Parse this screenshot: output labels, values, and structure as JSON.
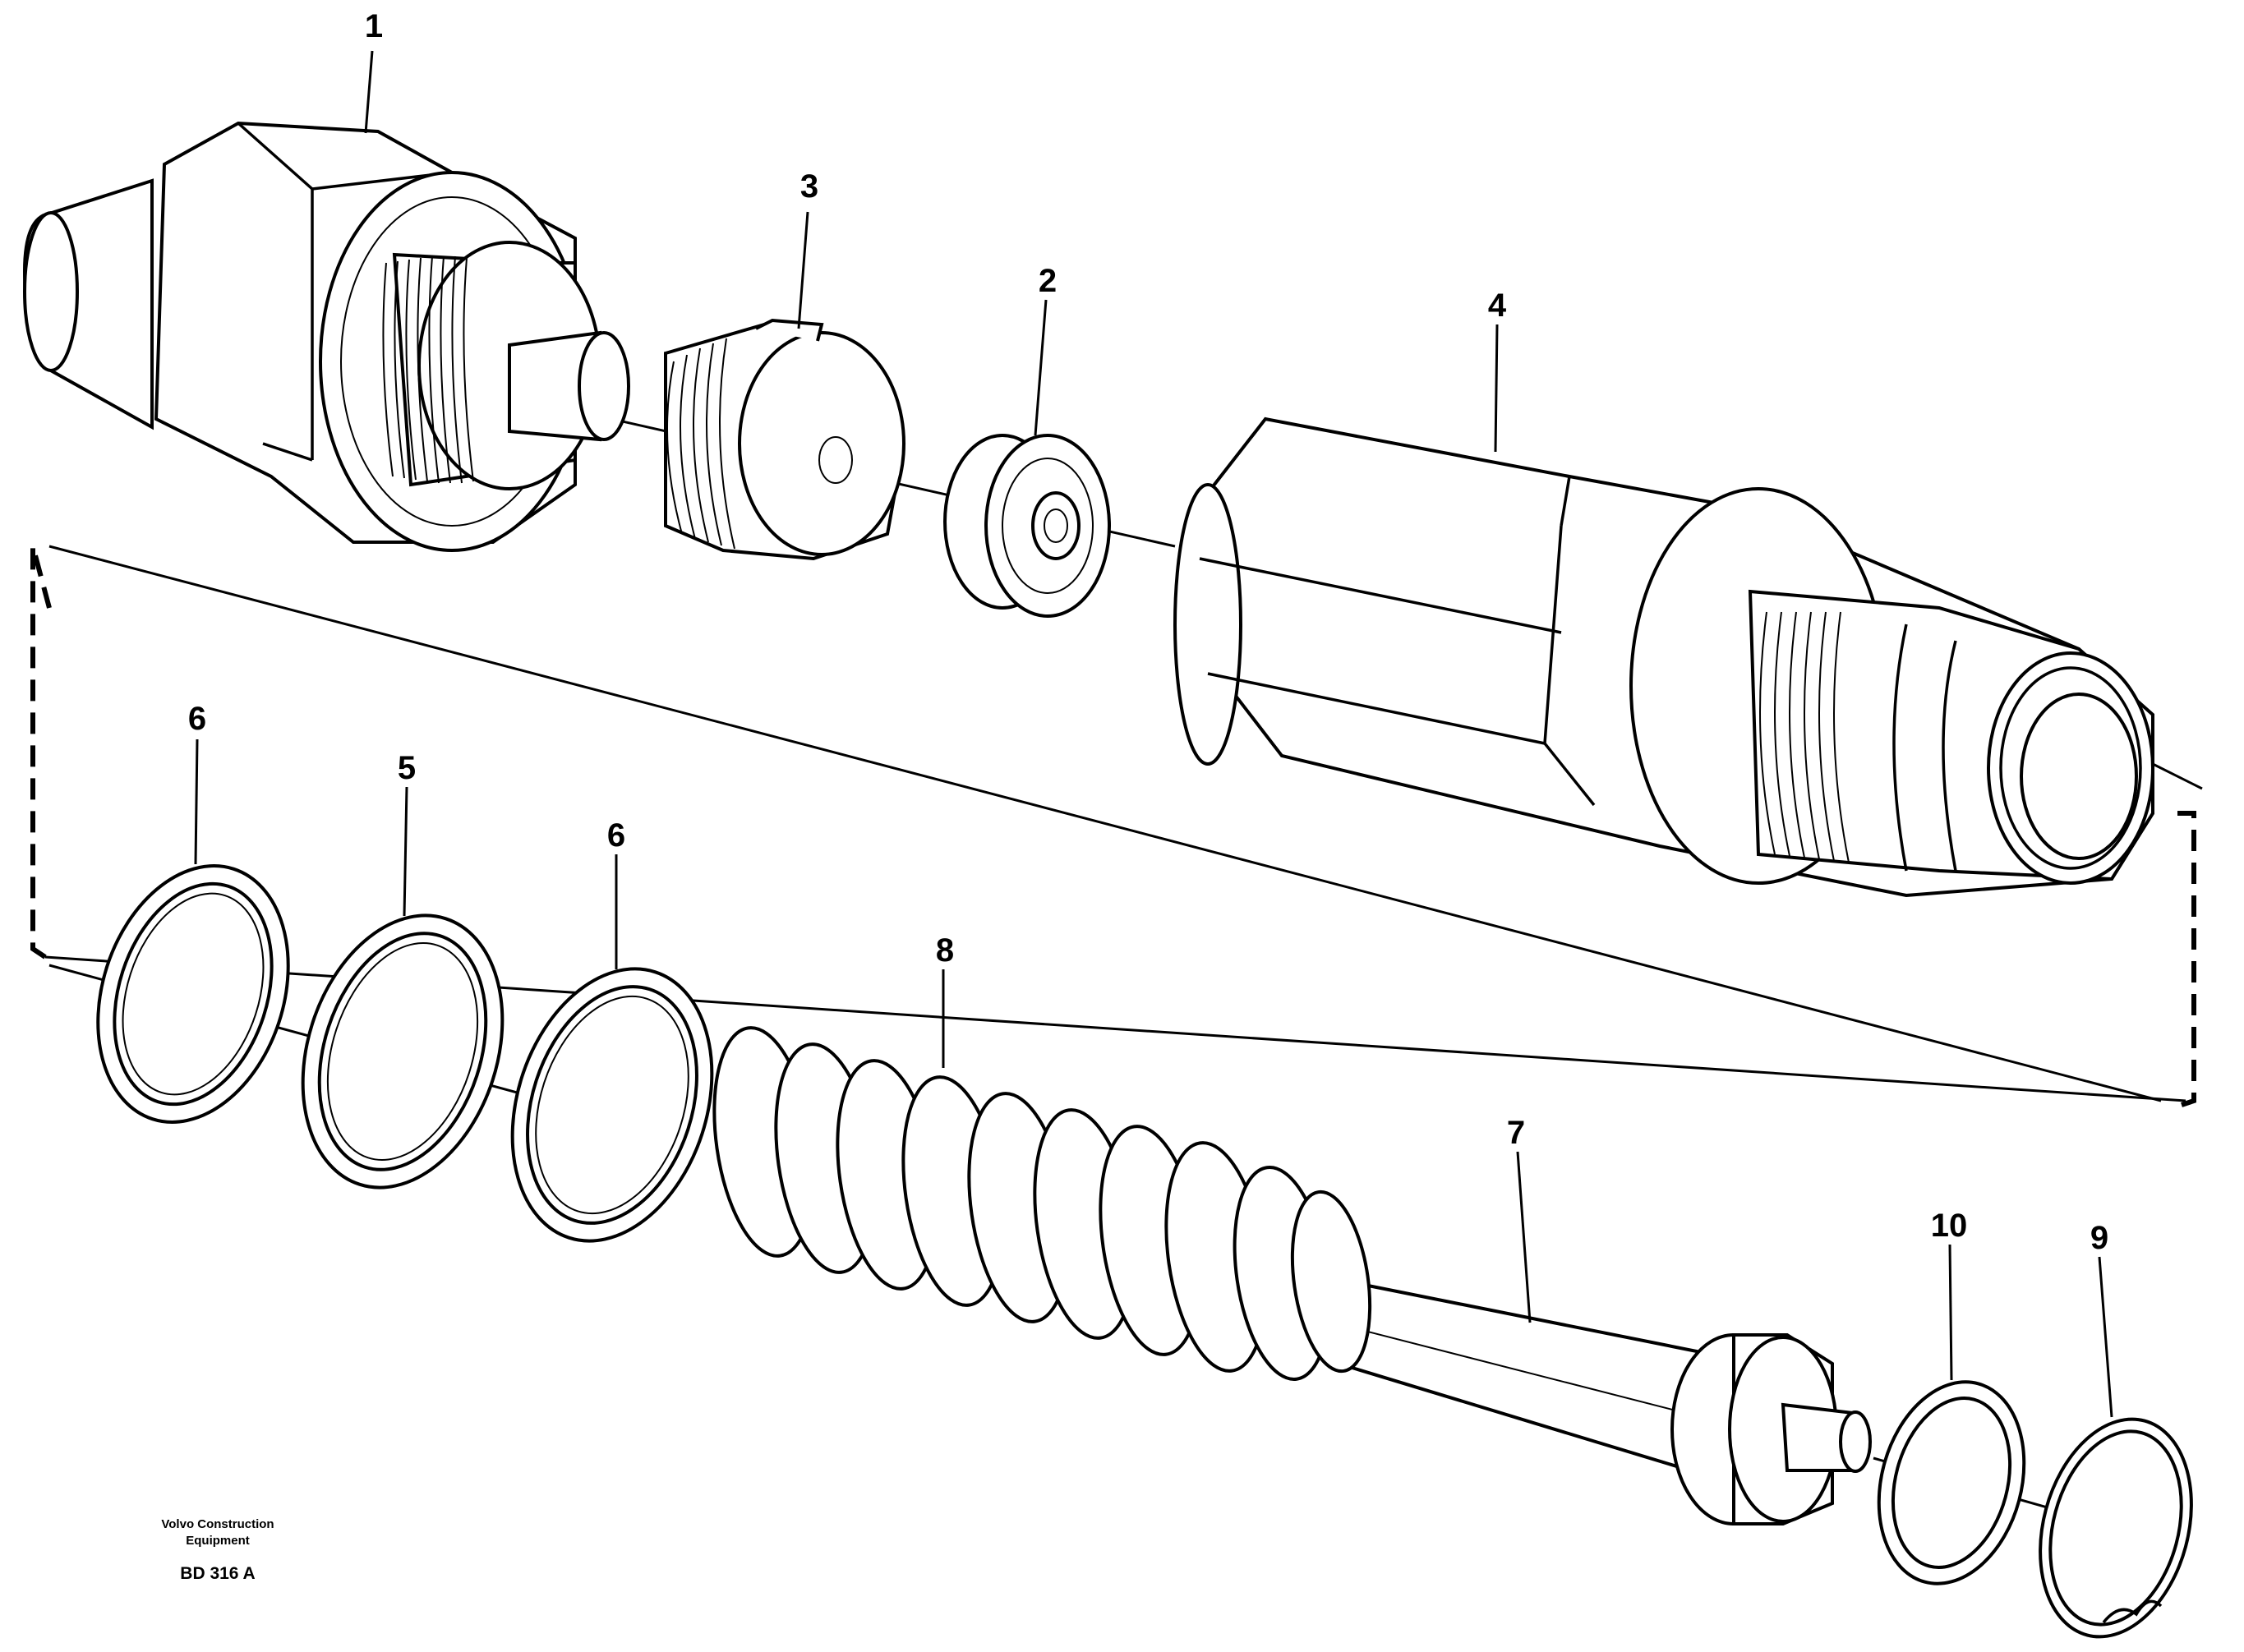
{
  "callouts": [
    {
      "id": "1",
      "text": "1"
    },
    {
      "id": "2",
      "text": "2"
    },
    {
      "id": "3",
      "text": "3"
    },
    {
      "id": "4",
      "text": "4"
    },
    {
      "id": "5",
      "text": "5"
    },
    {
      "id": "6a",
      "text": "6"
    },
    {
      "id": "6b",
      "text": "6"
    },
    {
      "id": "7",
      "text": "7"
    },
    {
      "id": "8",
      "text": "8"
    },
    {
      "id": "9",
      "text": "9"
    },
    {
      "id": "10",
      "text": "10"
    }
  ],
  "footer": {
    "company_line1": "Volvo Construction",
    "company_line2": "Equipment",
    "drawing_code": "BD 316 A"
  }
}
